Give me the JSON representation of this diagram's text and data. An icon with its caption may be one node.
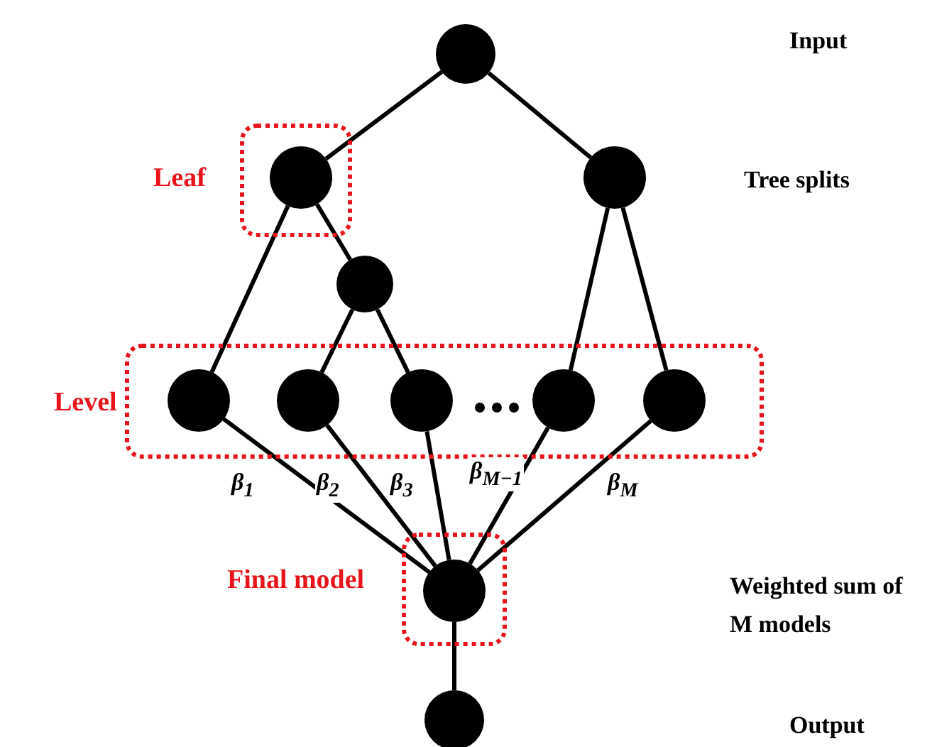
{
  "diagram": {
    "nodes": [
      {
        "text": [],
        "shape": "circle"
      },
      {
        "text": [],
        "shape": "box",
        "beside": [
          "Leaf"
        ]
      },
      {
        "text": [],
        "shape": "circle",
        "in": 1
      },
      {
        "text": [],
        "shape": "circle"
      },
      {
        "text": [],
        "shape": "circle"
      },
      {
        "text": [],
        "shape": "box",
        "beside": [
          "Level"
        ]
      },
      {
        "text": [],
        "shape": "circle",
        "in": 5
      },
      {
        "text": [],
        "shape": "circle",
        "in": 5
      },
      {
        "text": [],
        "shape": "circle",
        "in": 5
      },
      {
        "text": [],
        "shape": "circle",
        "in": 5
      },
      {
        "text": [],
        "shape": "circle",
        "in": 5
      },
      {
        "text": [],
        "shape": "box",
        "beside": [
          "Final model"
        ]
      },
      {
        "text": [],
        "shape": "circle",
        "in": 11
      },
      {
        "text": [],
        "shape": "circle"
      }
    ],
    "edges": [
      {
        "from": 0,
        "to": 2,
        "arrow": "none"
      },
      {
        "from": 0,
        "to": 3,
        "arrow": "none"
      },
      {
        "from": 2,
        "to": 6,
        "arrow": "none"
      },
      {
        "from": 2,
        "to": 4,
        "arrow": "none"
      },
      {
        "from": 4,
        "to": 7,
        "arrow": "none"
      },
      {
        "from": 4,
        "to": 8,
        "arrow": "none"
      },
      {
        "from": 3,
        "to": 9,
        "arrow": "none"
      },
      {
        "from": 3,
        "to": 10,
        "arrow": "none"
      },
      {
        "from": 6,
        "to": 12,
        "arrow": "none",
        "label": "β$_{1}$"
      },
      {
        "from": 7,
        "to": 12,
        "arrow": "none",
        "label": "β$_{2}$"
      },
      {
        "from": 8,
        "to": 12,
        "arrow": "none",
        "label": "β$_{3}$"
      },
      {
        "from": 9,
        "to": 12,
        "arrow": "none",
        "label": "β$_{M−1}$"
      },
      {
        "from": 10,
        "to": 12,
        "arrow": "none",
        "label": "β$_{M}$"
      },
      {
        "from": 12,
        "to": 13,
        "arrow": "none"
      }
    ],
    "labels": [
      "Input",
      "Tree splits",
      "Weighted sum of M models",
      "Output"
    ]
  }
}
